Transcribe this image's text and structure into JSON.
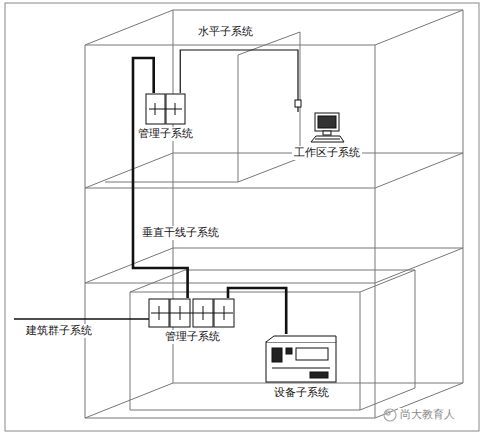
{
  "diagram": {
    "nodes": [
      {
        "text": [
          "管理子系统"
        ]
      },
      {
        "text": [
          "工作区子系统"
        ]
      },
      {
        "text": [
          "管理子系统"
        ]
      },
      {
        "text": [
          "设备子系统"
        ]
      }
    ],
    "edges": [
      {
        "from": 0,
        "to": 1,
        "arrow": "none",
        "label": "水平子系统"
      },
      {
        "from": 0,
        "to": 2,
        "arrow": "none",
        "label": "垂直干线子系统"
      },
      {
        "from": 2,
        "to": 3,
        "arrow": "none"
      }
    ],
    "labels": [
      "建筑群子系统",
      "尚大教育人"
    ]
  }
}
